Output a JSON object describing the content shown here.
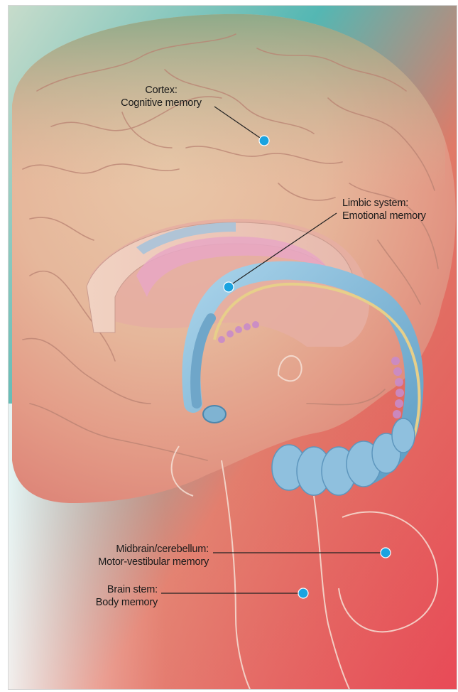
{
  "labels": {
    "cortex": {
      "title": "Cortex:",
      "subtitle": "Cognitive memory"
    },
    "limbic": {
      "title": "Limbic system:",
      "subtitle": "Emotional memory"
    },
    "midbrain": {
      "title": "Midbrain/cerebellum:",
      "subtitle": "Motor-vestibular memory"
    },
    "brainstem": {
      "title": "Brain stem:",
      "subtitle": "Body memory"
    }
  },
  "colors": {
    "marker": "#1aa3e0",
    "leader_line": "#222222",
    "cortex_top": "#8fae86",
    "background_teal": "#3fb9b5",
    "background_red": "#e9505a",
    "limbic_blue": "#7fb6d6"
  }
}
